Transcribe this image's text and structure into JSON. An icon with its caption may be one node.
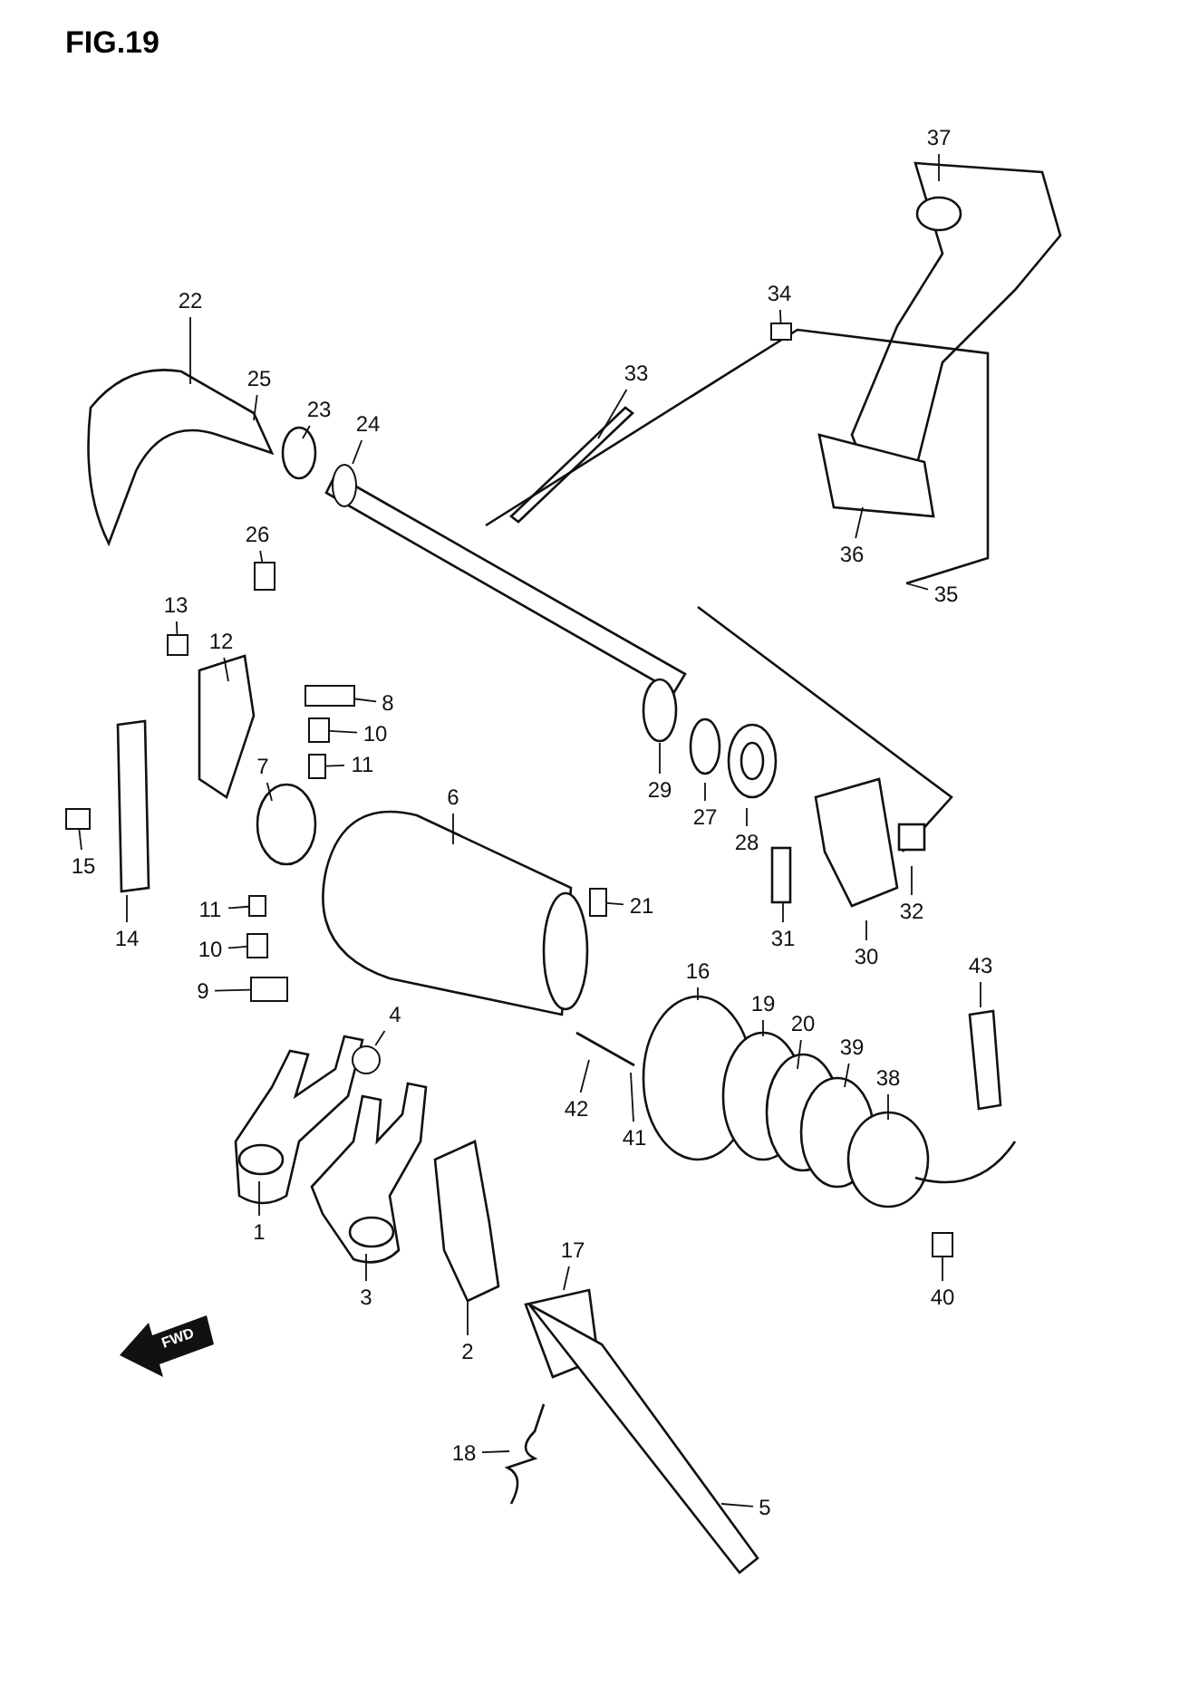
{
  "diagram": {
    "title": "FIG.19",
    "nodes": [
      {
        "text": [
          "37"
        ]
      },
      {
        "text": [
          "34"
        ]
      },
      {
        "text": [
          "22"
        ]
      },
      {
        "text": [
          "33"
        ]
      },
      {
        "text": [
          "25"
        ]
      },
      {
        "text": [
          "23"
        ]
      },
      {
        "text": [
          "24"
        ]
      },
      {
        "text": [
          "26"
        ]
      },
      {
        "text": [
          "36"
        ]
      },
      {
        "text": [
          "35"
        ]
      },
      {
        "text": [
          "13"
        ]
      },
      {
        "text": [
          "12"
        ]
      },
      {
        "text": [
          "8"
        ]
      },
      {
        "text": [
          "10"
        ]
      },
      {
        "text": [
          "11"
        ]
      },
      {
        "text": [
          "7"
        ]
      },
      {
        "text": [
          "29"
        ]
      },
      {
        "text": [
          "27"
        ]
      },
      {
        "text": [
          "28"
        ]
      },
      {
        "text": [
          "6"
        ]
      },
      {
        "text": [
          "15"
        ]
      },
      {
        "text": [
          "11"
        ]
      },
      {
        "text": [
          "21"
        ]
      },
      {
        "text": [
          "14"
        ]
      },
      {
        "text": [
          "31"
        ]
      },
      {
        "text": [
          "30"
        ]
      },
      {
        "text": [
          "32"
        ]
      },
      {
        "text": [
          "10"
        ]
      },
      {
        "text": [
          "9"
        ]
      },
      {
        "text": [
          "16"
        ]
      },
      {
        "text": [
          "43"
        ]
      },
      {
        "text": [
          "19"
        ]
      },
      {
        "text": [
          "20"
        ]
      },
      {
        "text": [
          "4"
        ]
      },
      {
        "text": [
          "39"
        ]
      },
      {
        "text": [
          "38"
        ]
      },
      {
        "text": [
          "42"
        ]
      },
      {
        "text": [
          "41"
        ]
      },
      {
        "text": [
          "1"
        ]
      },
      {
        "text": [
          "17"
        ]
      },
      {
        "text": [
          "3"
        ]
      },
      {
        "text": [
          "40"
        ]
      },
      {
        "text": [
          "2"
        ]
      },
      {
        "text": [
          "18"
        ]
      },
      {
        "text": [
          "5"
        ]
      },
      {
        "text": [],
        "shape": "box"
      },
      {
        "text": [],
        "shape": "circle"
      },
      {
        "text": [],
        "shape": "box"
      },
      {
        "text": [],
        "shape": "box"
      },
      {
        "text": [],
        "shape": "box"
      },
      {
        "text": [],
        "shape": "box"
      },
      {
        "text": [],
        "shape": "box"
      },
      {
        "text": [],
        "shape": "box"
      },
      {
        "text": [],
        "shape": "box"
      },
      {
        "text": [],
        "shape": "box"
      },
      {
        "text": [],
        "shape": "box"
      },
      {
        "text": [],
        "shape": "box"
      },
      {
        "text": [],
        "shape": "circle"
      },
      {
        "text": [],
        "shape": "box"
      }
    ],
    "edges": [
      {
        "from": 0,
        "to": null,
        "arrow": "none"
      },
      {
        "from": 1,
        "to": 45,
        "arrow": "none"
      },
      {
        "from": 2,
        "to": null,
        "arrow": "none"
      },
      {
        "from": 3,
        "to": null,
        "arrow": "none"
      },
      {
        "from": 4,
        "to": null,
        "arrow": "none"
      },
      {
        "from": 5,
        "to": null,
        "arrow": "none"
      },
      {
        "from": 6,
        "to": 46,
        "arrow": "none"
      },
      {
        "from": 7,
        "to": 47,
        "arrow": "none"
      },
      {
        "from": 8,
        "to": null,
        "arrow": "none"
      },
      {
        "from": 9,
        "to": null,
        "arrow": "none"
      },
      {
        "from": 10,
        "to": 48,
        "arrow": "none"
      },
      {
        "from": 11,
        "to": null,
        "arrow": "none"
      },
      {
        "from": 12,
        "to": 49,
        "arrow": "none"
      },
      {
        "from": 13,
        "to": 50,
        "arrow": "none"
      },
      {
        "from": 14,
        "to": 51,
        "arrow": "none"
      },
      {
        "from": 15,
        "to": null,
        "arrow": "none"
      },
      {
        "from": 16,
        "to": null,
        "arrow": "none"
      },
      {
        "from": 17,
        "to": null,
        "arrow": "none"
      },
      {
        "from": 18,
        "to": null,
        "arrow": "none"
      },
      {
        "from": 19,
        "to": null,
        "arrow": "none"
      },
      {
        "from": 20,
        "to": 52,
        "arrow": "none"
      },
      {
        "from": 21,
        "to": 53,
        "arrow": "none"
      },
      {
        "from": 22,
        "to": 54,
        "arrow": "none"
      },
      {
        "from": 23,
        "to": null,
        "arrow": "none"
      },
      {
        "from": 24,
        "to": null,
        "arrow": "none"
      },
      {
        "from": 25,
        "to": null,
        "arrow": "none"
      },
      {
        "from": 26,
        "to": null,
        "arrow": "none"
      },
      {
        "from": 27,
        "to": 55,
        "arrow": "none"
      },
      {
        "from": 28,
        "to": 56,
        "arrow": "none"
      },
      {
        "from": 29,
        "to": null,
        "arrow": "none"
      },
      {
        "from": 30,
        "to": null,
        "arrow": "none"
      },
      {
        "from": 31,
        "to": null,
        "arrow": "none"
      },
      {
        "from": 32,
        "to": null,
        "arrow": "none"
      },
      {
        "from": 33,
        "to": 57,
        "arrow": "none"
      },
      {
        "from": 34,
        "to": null,
        "arrow": "none"
      },
      {
        "from": 35,
        "to": null,
        "arrow": "none"
      },
      {
        "from": 36,
        "to": null,
        "arrow": "none"
      },
      {
        "from": 37,
        "to": null,
        "arrow": "none"
      },
      {
        "from": 38,
        "to": null,
        "arrow": "none"
      },
      {
        "from": 39,
        "to": null,
        "arrow": "none"
      },
      {
        "from": 40,
        "to": null,
        "arrow": "none"
      },
      {
        "from": 41,
        "to": 58,
        "arrow": "none"
      },
      {
        "from": 42,
        "to": null,
        "arrow": "none"
      },
      {
        "from": 43,
        "to": null,
        "arrow": "none"
      },
      {
        "from": 44,
        "to": null,
        "arrow": "none"
      }
    ],
    "labels": [
      "FWD"
    ]
  }
}
